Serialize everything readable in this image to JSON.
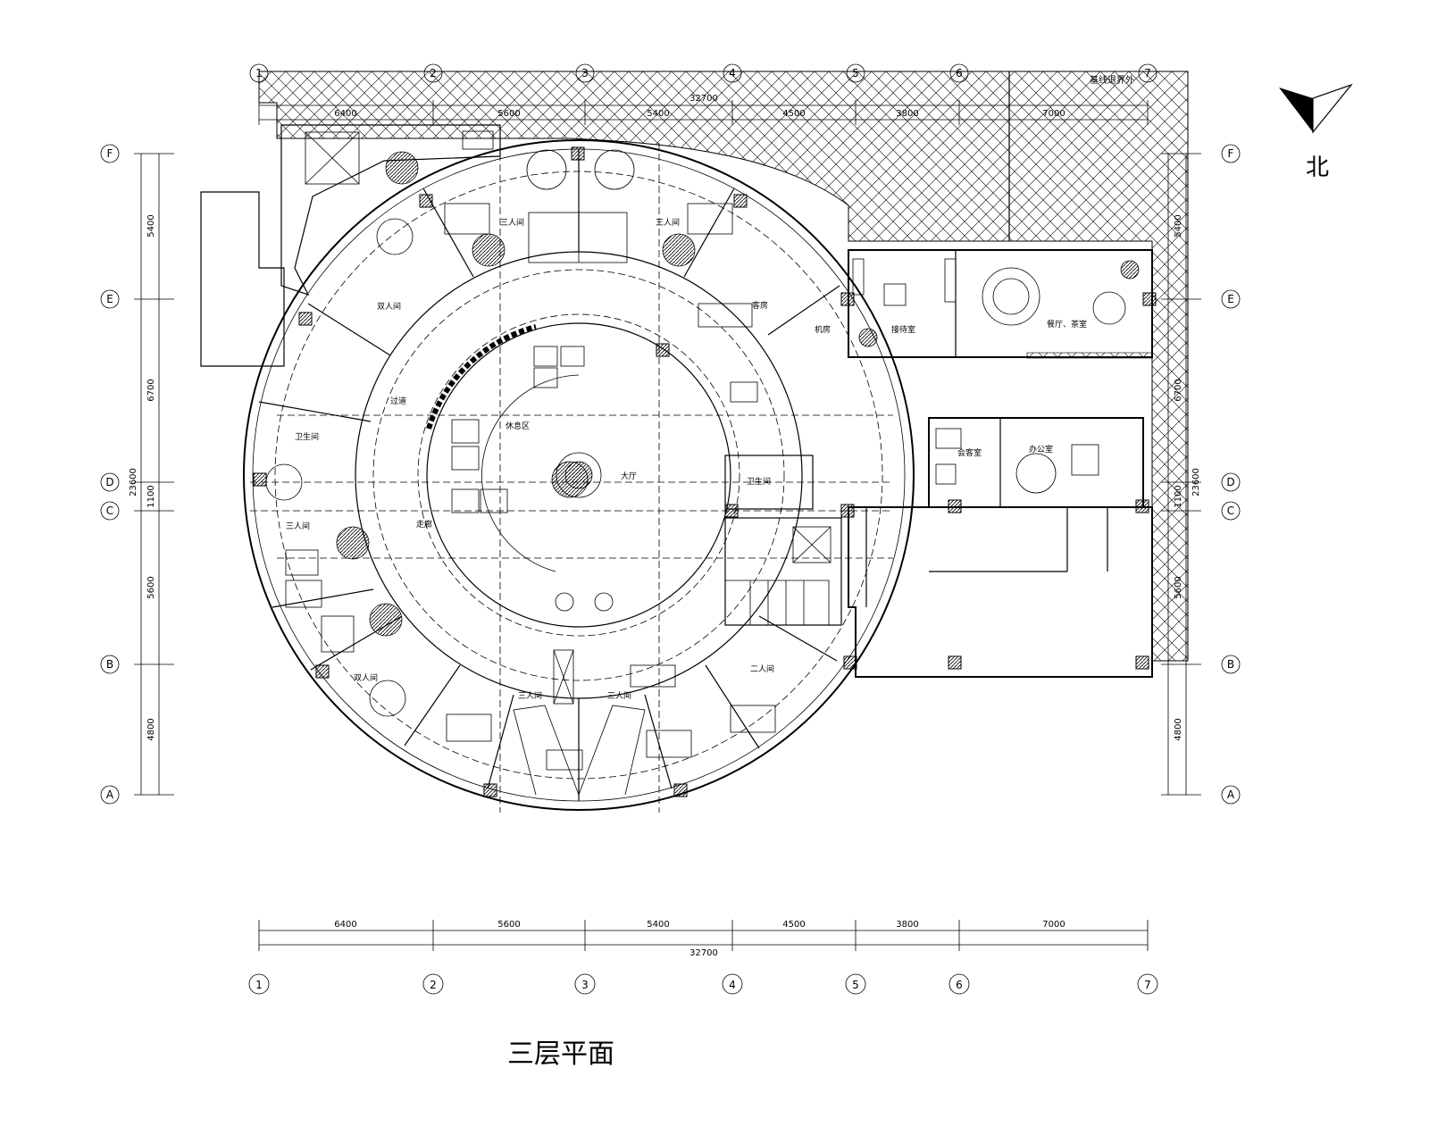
{
  "drawing": {
    "title": "三层平面",
    "north_label": "北",
    "site_note": "基线退界外"
  },
  "axes": {
    "columns": [
      "1",
      "2",
      "3",
      "4",
      "5",
      "6",
      "7"
    ],
    "rows": [
      "F",
      "E",
      "D",
      "C",
      "B",
      "A"
    ]
  },
  "dimensions": {
    "horizontal_segments": [
      "6400",
      "5600",
      "5400",
      "4500",
      "3800",
      "7000"
    ],
    "horizontal_total": "32700",
    "vertical_segments": [
      "5400",
      "6700",
      "1100",
      "5600",
      "4800"
    ],
    "vertical_total": "23600"
  },
  "rooms": {
    "double_nw": "双人间",
    "triple_n_left": "三人间",
    "triple_n_right": "三人间",
    "guest_room": "客房",
    "machine_room": "机房",
    "reception": "接待室",
    "dining_tea": "餐厅、茶室",
    "corridor": "过道",
    "hall": "大厅",
    "rest_area": "休息区",
    "toilet_west": "卫生间",
    "triple_w": "三人间",
    "corridor_w": "走廊",
    "double_sw": "双人间",
    "triple_s_left": "三人间",
    "triple_s_right": "三人间",
    "double_se": "二人间",
    "toilet_east": "卫生间",
    "office": "办公室",
    "lounge": "会客室"
  }
}
